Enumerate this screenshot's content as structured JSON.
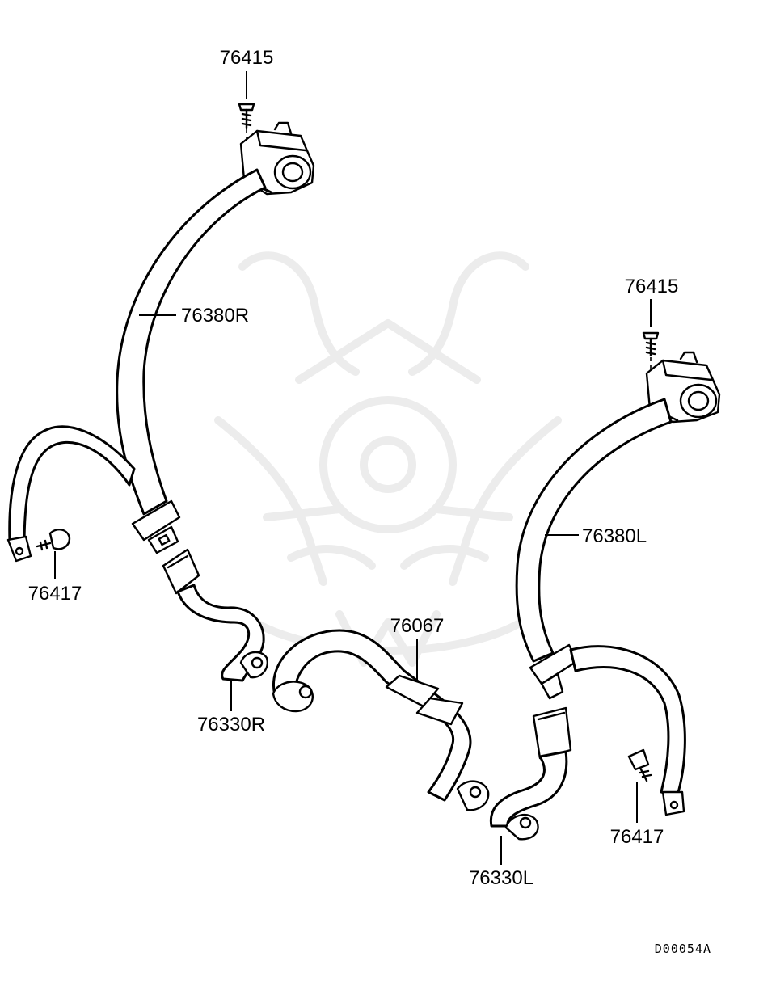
{
  "diagram": {
    "labels": {
      "screw_upper_right_seat": "76415",
      "screw_upper_left_seat": "76415",
      "belt_right": "76380R",
      "belt_left": "76380L",
      "anchor_bolt_right": "76417",
      "anchor_bolt_left": "76417",
      "buckle_right": "76330R",
      "buckle_left": "76330L",
      "center_buckle": "76067"
    },
    "code": "D00054A"
  }
}
